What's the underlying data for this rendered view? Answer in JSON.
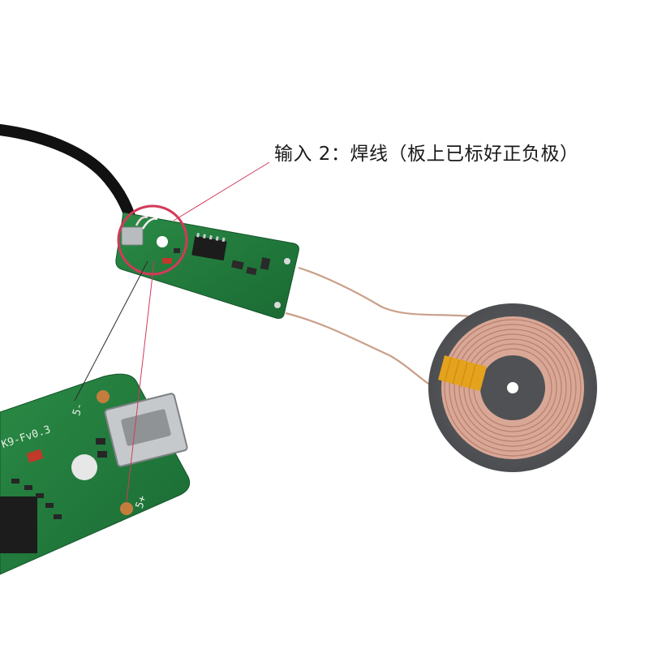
{
  "annotation": {
    "text": "输入 2：焊线（板上已标好正负极）"
  },
  "large_board": {
    "silkscreen_model": "K9-Fv0.3",
    "pad_negative": "5-",
    "pad_positive": "5+"
  },
  "colors": {
    "pcb_green": "#1f7a3a",
    "pcb_dark": "#15592a",
    "coil_copper": "#d9a796",
    "coil_ferrite": "#55575a",
    "kapton_tape": "#e5a21c",
    "callout_line": "#d23a5a"
  }
}
